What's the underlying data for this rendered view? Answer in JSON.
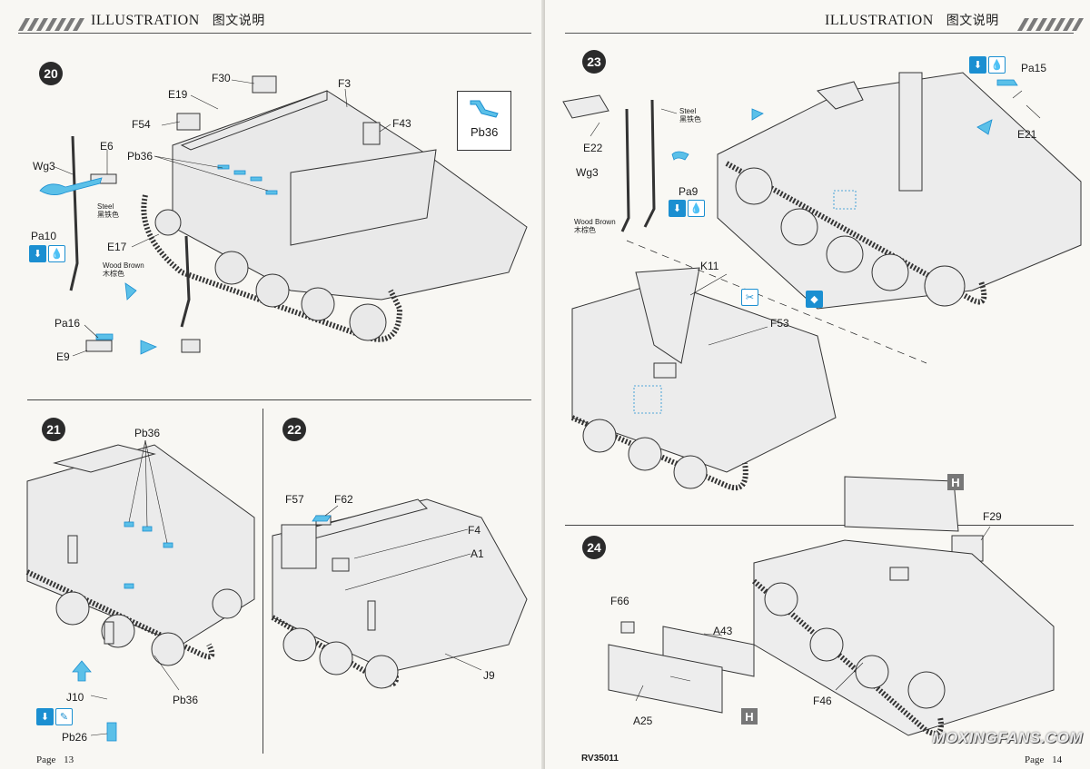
{
  "header": {
    "title_en": "ILLUSTRATION",
    "title_cn": "图文说明"
  },
  "steps": {
    "s20": {
      "number": "20",
      "parts": [
        "F30",
        "E19",
        "F3",
        "F54",
        "F43",
        "E6",
        "Pb36",
        "Wg3",
        "Pa10",
        "E17",
        "Pa16",
        "E9"
      ],
      "paint_steel": {
        "en": "Steel",
        "cn": "黑铁色"
      },
      "paint_wood": {
        "en": "Wood Brown",
        "cn": "木棕色"
      },
      "detail_label": "Pb36"
    },
    "s21": {
      "number": "21",
      "parts": [
        "Pb36",
        "Pb36",
        "J10",
        "Pb26"
      ]
    },
    "s22": {
      "number": "22",
      "parts": [
        "F57",
        "F62",
        "F4",
        "A1",
        "J9"
      ]
    },
    "s23": {
      "number": "23",
      "parts": [
        "Pa15",
        "E22",
        "E21",
        "Wg3",
        "Pa9",
        "K11",
        "F53"
      ],
      "paint_steel": {
        "en": "Steel",
        "cn": "黑铁色"
      },
      "paint_wood": {
        "en": "Wood Brown",
        "cn": "木棕色"
      }
    },
    "s24": {
      "number": "24",
      "parts": [
        "F66",
        "A43",
        "F29",
        "A25",
        "F46"
      ],
      "sub_badge": "H",
      "sub_badge_ref": "H"
    }
  },
  "footer": {
    "page_label": "Page",
    "left_page": "13",
    "right_page": "14",
    "code": "RV35011"
  },
  "watermark": "MOXINGFANS.COM",
  "colors": {
    "accent_blue": "#1b8fd1",
    "arrow_blue": "#5bc0e8",
    "badge_dark": "#2b2b2b",
    "badge_grey": "#777777"
  }
}
